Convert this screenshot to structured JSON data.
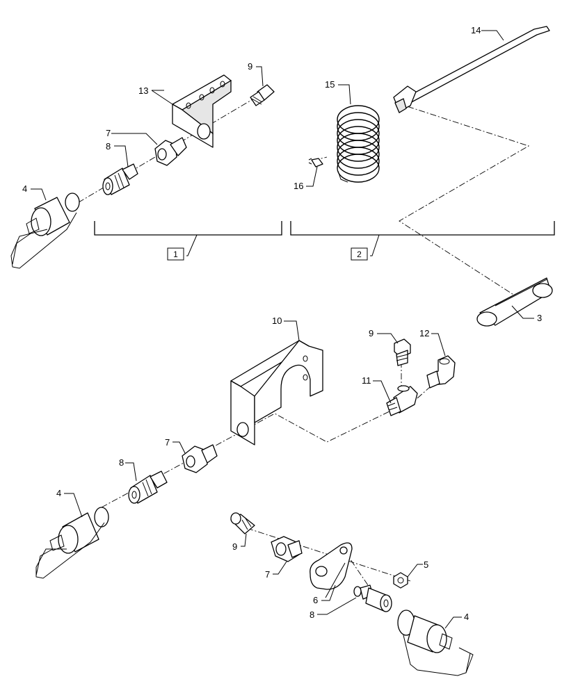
{
  "callouts": {
    "c1": "1",
    "c2": "2",
    "c3": "3",
    "c4a": "4",
    "c4b": "4",
    "c4c": "4",
    "c5": "5",
    "c6": "6",
    "c7a": "7",
    "c7b": "7",
    "c7c": "7",
    "c8a": "8",
    "c8b": "8",
    "c8c": "8",
    "c9a": "9",
    "c9b": "9",
    "c9c": "9",
    "c10": "10",
    "c11": "11",
    "c12": "12",
    "c13": "13",
    "c14": "14",
    "c15": "15",
    "c16": "16"
  },
  "colors": {
    "line": "#000000",
    "background": "#ffffff"
  }
}
